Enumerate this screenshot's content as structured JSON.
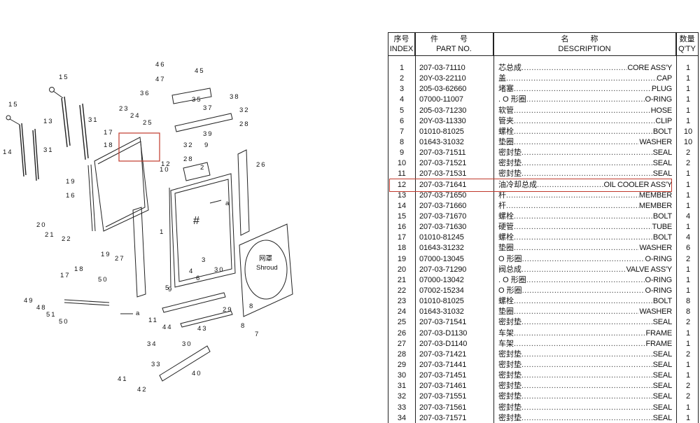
{
  "diagram": {
    "label_wangzhao": "网罩",
    "label_shroud": "Shroud",
    "label_a": "a",
    "label_grid": "#",
    "callouts": [
      "46",
      "47",
      "45",
      "15",
      "15",
      "13",
      "31",
      "14",
      "31",
      "36",
      "35",
      "38",
      "37",
      "32",
      "28",
      "23",
      "24",
      "25",
      "17",
      "18",
      "39",
      "32",
      "28",
      "9",
      "12",
      "10",
      "2",
      "26",
      "19",
      "16",
      "20",
      "21",
      "22",
      "1",
      "3",
      "27",
      "19",
      "17",
      "18",
      "49",
      "50",
      "48",
      "51",
      "50",
      "8",
      "11",
      "5",
      "4",
      "6",
      "30",
      "43",
      "44",
      "29",
      "8",
      "7",
      "34",
      "30",
      "33",
      "41",
      "42",
      "40",
      "9"
    ]
  },
  "table": {
    "headers": {
      "index_cn": "序号",
      "index_en": "INDEX",
      "part_cn": "件 号",
      "part_en": "PART NO.",
      "desc_cn": "名 称",
      "desc_en": "DESCRIPTION",
      "qty_cn": "数量",
      "qty_en": "Q'TY"
    },
    "rows": [
      {
        "no": "1",
        "part": "207-03-71110",
        "zh": "芯总成",
        "en": "CORE ASS'Y",
        "qty": "1"
      },
      {
        "no": "2",
        "part": "20Y-03-22110",
        "zh": "盖",
        "en": "CAP",
        "qty": "1"
      },
      {
        "no": "3",
        "part": "205-03-62660",
        "zh": "堵塞",
        "en": "PLUG",
        "qty": "1"
      },
      {
        "no": "4",
        "part": "07000-11007",
        "zh": ". O 形圈",
        "en": "O-RING",
        "qty": "1"
      },
      {
        "no": "5",
        "part": "205-03-71230",
        "zh": "软管",
        "en": "HOSE",
        "qty": "1"
      },
      {
        "no": "6",
        "part": "20Y-03-11330",
        "zh": "管夹",
        "en": "CLIP",
        "qty": "1"
      },
      {
        "no": "7",
        "part": "01010-81025",
        "zh": "螺栓",
        "en": "BOLT",
        "qty": "10"
      },
      {
        "no": "8",
        "part": "01643-31032",
        "zh": "垫圈",
        "en": "WASHER",
        "qty": "10"
      },
      {
        "no": "9",
        "part": "207-03-71511",
        "zh": "密封垫",
        "en": "SEAL",
        "qty": "2"
      },
      {
        "no": "10",
        "part": "207-03-71521",
        "zh": "密封垫",
        "en": "SEAL",
        "qty": "2"
      },
      {
        "no": "11",
        "part": "207-03-71531",
        "zh": "密封垫",
        "en": "SEAL",
        "qty": "1"
      },
      {
        "no": "12",
        "part": "207-03-71641",
        "zh": "油冷却总成",
        "en": "OIL COOLER ASS'Y",
        "qty": "1"
      },
      {
        "no": "13",
        "part": "207-03-71650",
        "zh": "杆",
        "en": "MEMBER",
        "qty": "1"
      },
      {
        "no": "14",
        "part": "207-03-71660",
        "zh": "杆",
        "en": "MEMBER",
        "qty": "1"
      },
      {
        "no": "15",
        "part": "207-03-71670",
        "zh": "螺栓",
        "en": "BOLT",
        "qty": "4"
      },
      {
        "no": "16",
        "part": "207-03-71630",
        "zh": "硬管",
        "en": "TUBE",
        "qty": "1"
      },
      {
        "no": "17",
        "part": "01010-81245",
        "zh": "螺栓",
        "en": "BOLT",
        "qty": "4"
      },
      {
        "no": "18",
        "part": "01643-31232",
        "zh": "垫圈",
        "en": "WASHER",
        "qty": "6"
      },
      {
        "no": "19",
        "part": "07000-13045",
        "zh": "O 形圈",
        "en": "O-RING",
        "qty": "2"
      },
      {
        "no": "20",
        "part": "207-03-71290",
        "zh": "阀总成",
        "en": "VALVE ASS'Y",
        "qty": "1"
      },
      {
        "no": "21",
        "part": "07000-13042",
        "zh": ". O 形圈",
        "en": "O-RING",
        "qty": "1"
      },
      {
        "no": "22",
        "part": "07002-15234",
        "zh": "O 形圈",
        "en": "O-RING",
        "qty": "1"
      },
      {
        "no": "23",
        "part": "01010-81025",
        "zh": "螺栓",
        "en": "BOLT",
        "qty": "8"
      },
      {
        "no": "24",
        "part": "01643-31032",
        "zh": "垫圈",
        "en": "WASHER",
        "qty": "8"
      },
      {
        "no": "25",
        "part": "207-03-71541",
        "zh": "密封垫",
        "en": "SEAL",
        "qty": "2"
      },
      {
        "no": "26",
        "part": "207-03-D1130",
        "zh": "车架",
        "en": "FRAME",
        "qty": "1"
      },
      {
        "no": "27",
        "part": "207-03-D1140",
        "zh": "车架",
        "en": "FRAME",
        "qty": "1"
      },
      {
        "no": "28",
        "part": "207-03-71421",
        "zh": "密封垫",
        "en": "SEAL",
        "qty": "2"
      },
      {
        "no": "29",
        "part": "207-03-71441",
        "zh": "密封垫",
        "en": "SEAL",
        "qty": "1"
      },
      {
        "no": "30",
        "part": "207-03-71451",
        "zh": "密封垫",
        "en": "SEAL",
        "qty": "1"
      },
      {
        "no": "31",
        "part": "207-03-71461",
        "zh": "密封垫",
        "en": "SEAL",
        "qty": "2"
      },
      {
        "no": "32",
        "part": "207-03-71551",
        "zh": "密封垫",
        "en": "SEAL",
        "qty": "2"
      },
      {
        "no": "33",
        "part": "207-03-71561",
        "zh": "密封垫",
        "en": "SEAL",
        "qty": "1"
      },
      {
        "no": "34",
        "part": "207-03-71571",
        "zh": "密封垫",
        "en": "SEAL",
        "qty": "1"
      }
    ]
  },
  "highlight": {
    "row_index": "12",
    "color": "#c0392b"
  }
}
